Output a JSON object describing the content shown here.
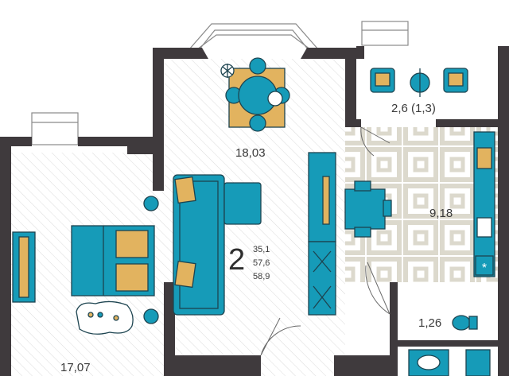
{
  "colors": {
    "wall": "#3f3a3d",
    "furniture": "#169bb8",
    "accent_fabric": "#e2b35f",
    "outline": "#1d4450",
    "tile": "#dad7cb",
    "hatch": "#d9d9d9"
  },
  "rooms": {
    "kitchen_living": {
      "area": "18,03"
    },
    "bedroom": {
      "area": "17,07"
    },
    "balcony": {
      "area": "2,6 (1,3)"
    },
    "kitchen": {
      "area": "9,18"
    },
    "bathroom": {
      "area": "1,26"
    }
  },
  "apartment": {
    "rooms_count": "2",
    "living_area": "35,1",
    "total_area": "57,6",
    "total_with_balcony": "58,9"
  },
  "icons": [
    "table-with-chairs-icon",
    "armchair-icon",
    "sofa-icon",
    "bed-icon",
    "toilet-icon",
    "sink-icon",
    "stove-icon",
    "plant-icon",
    "rug-icon"
  ]
}
